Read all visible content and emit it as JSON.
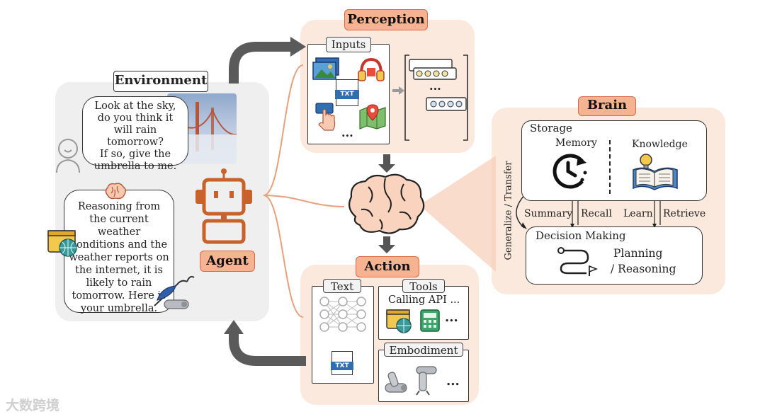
{
  "environment": {
    "label": "Environment",
    "user_bubble": [
      "Look at the sky,",
      "do you think it",
      "will rain tomorrow?",
      "If so, give the",
      "umbrella to me."
    ],
    "agent_bubble": [
      "Reasoning from",
      "the current weather",
      "conditions and the",
      "weather reports on",
      "the internet, it is",
      "likely to rain",
      "tomorrow. Here is",
      "your umbrella."
    ]
  },
  "agent": {
    "label": "Agent"
  },
  "perception": {
    "label": "Perception",
    "inputs_label": "Inputs",
    "txt_icon": "TXT",
    "ellipsis": "...",
    "vector_ellipsis": "..."
  },
  "brain": {
    "label": "Brain",
    "storage_label": "Storage",
    "memory_label": "Memory",
    "knowledge_label": "Knowledge",
    "summary_label": "Summary",
    "recall_label": "Recall",
    "learn_label": "Learn",
    "retrieve_label": "Retrieve",
    "generalize_label": "Generalize / Transfer",
    "decision_label": "Decision Making",
    "planning_label": "Planning",
    "reasoning_label": "/ Reasoning"
  },
  "action": {
    "label": "Action",
    "text_label": "Text",
    "tools_label": "Tools",
    "calling_api_label": "Calling API ...",
    "embodiment_label": "Embodiment",
    "txt_icon": "TXT",
    "tools_ellipsis": "...",
    "embodiment_ellipsis": "..."
  },
  "watermark": "大数跨境",
  "colors": {
    "panel_peach": "#fbe9dd",
    "panel_gray": "#efefef",
    "tag_fill": "#f6b391",
    "tag_border": "#d8694a",
    "agent_orange": "#c8612a"
  }
}
